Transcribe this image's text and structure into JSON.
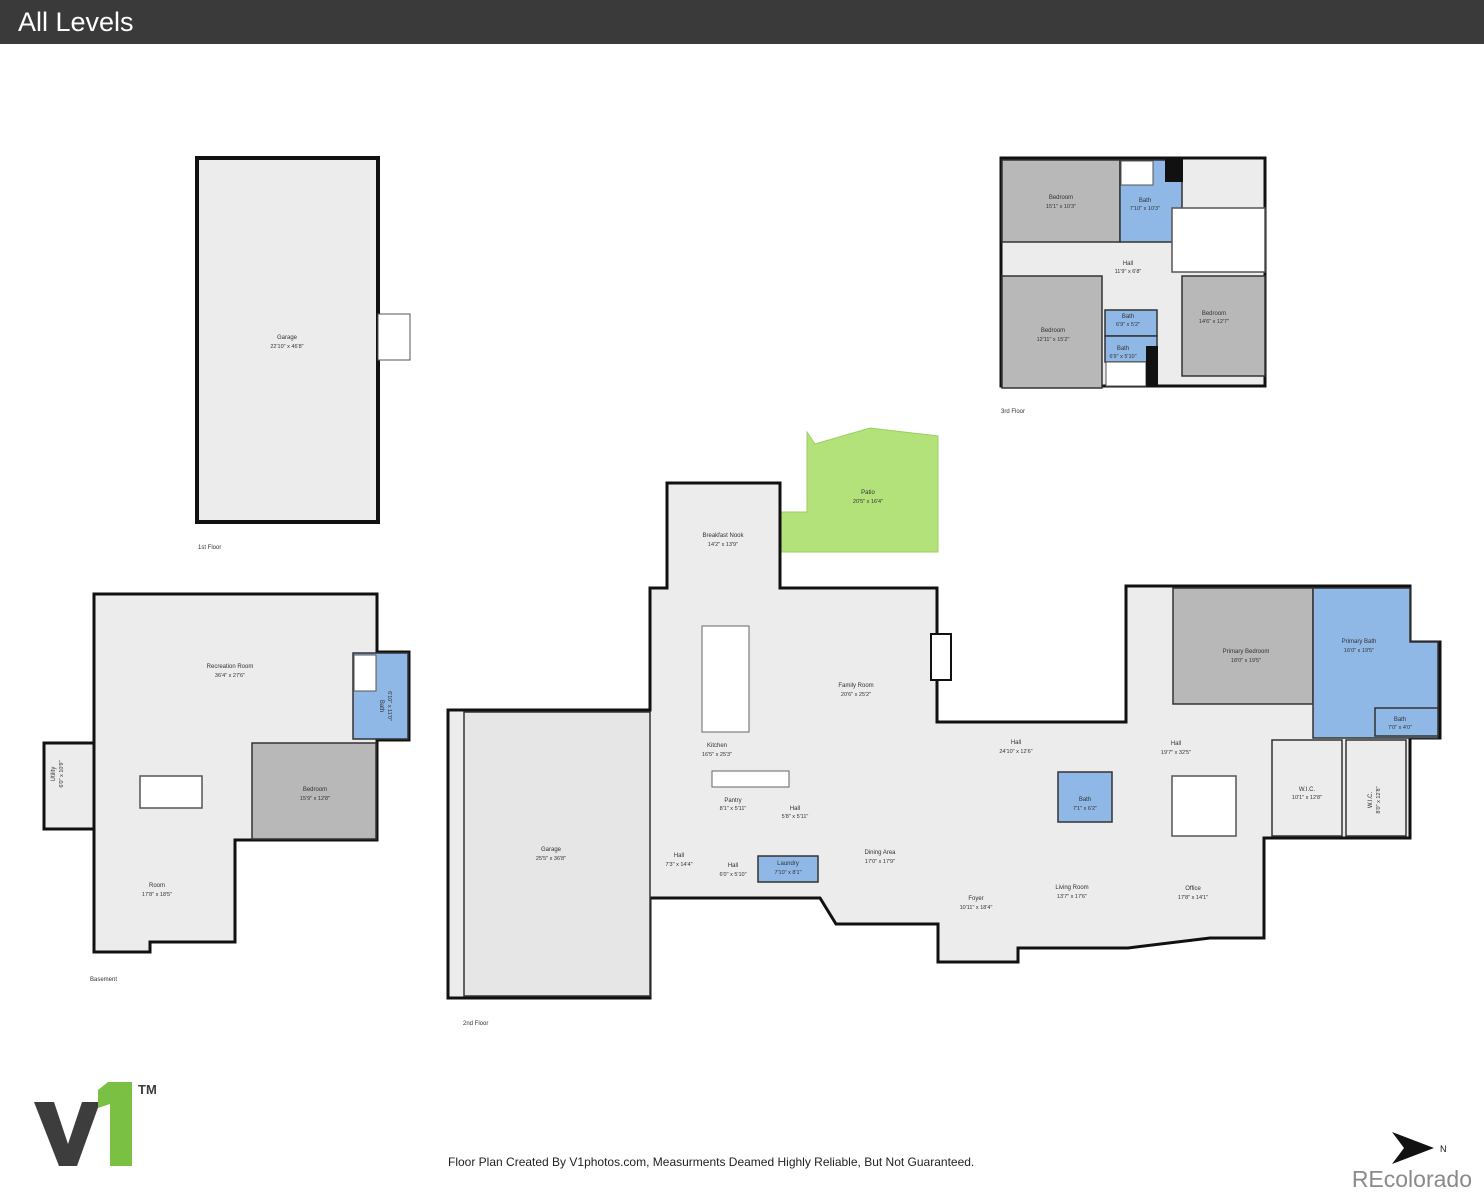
{
  "header": {
    "title": "All Levels"
  },
  "floors": {
    "first": {
      "label": "1st Floor",
      "rooms": {
        "garage": {
          "name": "Garage",
          "dim": "22'10\" x 46'8\""
        }
      }
    },
    "third": {
      "label": "3rd Floor",
      "rooms": {
        "bedroom_a": {
          "name": "Bedroom",
          "dim": "15'1\" x 10'3\""
        },
        "bath_a": {
          "name": "Bath",
          "dim": "7'10\" x 10'3\""
        },
        "hall": {
          "name": "Hall",
          "dim": "11'9\" x 6'8\""
        },
        "bedroom_b": {
          "name": "Bedroom",
          "dim": "12'11\" x 15'2\""
        },
        "bath_b": {
          "name": "Bath",
          "dim": "6'9\" x 5'2\""
        },
        "bath_c": {
          "name": "Bath",
          "dim": "6'9\" x 5'10\""
        },
        "bedroom_c": {
          "name": "Bedroom",
          "dim": "14'6\" x 12'7\""
        }
      }
    },
    "basement": {
      "label": "Basement",
      "rooms": {
        "recreation": {
          "name": "Recreation Room",
          "dim": "36'4\" x 27'6\""
        },
        "bath": {
          "name": "Bath",
          "dim": "6'10\" x 11'0\""
        },
        "bedroom": {
          "name": "Bedroom",
          "dim": "15'9\" x 12'8\""
        },
        "utility": {
          "name": "Utility",
          "dim": "6'0\" x 10'9\""
        },
        "room": {
          "name": "Room",
          "dim": "17'8\" x 18'5\""
        }
      }
    },
    "second": {
      "label": "2nd Floor",
      "rooms": {
        "patio": {
          "name": "Patio",
          "dim": "20'5\" x 16'4\""
        },
        "breakfast": {
          "name": "Breakfast Nook",
          "dim": "14'2\" x 13'9\""
        },
        "family": {
          "name": "Family Room",
          "dim": "20'6\" x 25'2\""
        },
        "kitchen": {
          "name": "Kitchen",
          "dim": "16'5\" x 25'3\""
        },
        "garage": {
          "name": "Garage",
          "dim": "25'5\" x 36'8\""
        },
        "pantry": {
          "name": "Pantry",
          "dim": "8'1\" x 5'11\""
        },
        "hall_small": {
          "name": "Hall",
          "dim": "5'8\" x 5'11\""
        },
        "hall_a": {
          "name": "Hall",
          "dim": "7'3\" x 14'4\""
        },
        "hall_b": {
          "name": "Hall",
          "dim": "6'0\" x 5'10\""
        },
        "laundry": {
          "name": "Laundry",
          "dim": "7'10\" x 8'1\""
        },
        "dining": {
          "name": "Dining Area",
          "dim": "17'0\" x 17'9\""
        },
        "foyer": {
          "name": "Foyer",
          "dim": "10'11\" x 18'4\""
        },
        "living": {
          "name": "Living Room",
          "dim": "13'7\" x 17'6\""
        },
        "hall_long": {
          "name": "Hall",
          "dim": "24'10\" x 12'6\""
        },
        "bath": {
          "name": "Bath",
          "dim": "7'1\" x 6'2\""
        },
        "hall_right": {
          "name": "Hall",
          "dim": "19'7\" x 32'5\""
        },
        "office": {
          "name": "Office",
          "dim": "17'8\" x 14'1\""
        },
        "primary_bed": {
          "name": "Primary Bedroom",
          "dim": "18'0\" x 19'5\""
        },
        "primary_bath": {
          "name": "Primary Bath",
          "dim": "16'0\" x 19'5\""
        },
        "bath_small": {
          "name": "Bath",
          "dim": "7'0\" x 4'0\""
        },
        "wic_a": {
          "name": "W.I.C.",
          "dim": "10'1\" x 12'8\""
        },
        "wic_b": {
          "name": "W.I.C.",
          "dim": "8'0\" x 12'8\""
        }
      }
    }
  },
  "footer": {
    "note": "Floor Plan Created By V1photos.com, Measurments Deamed Highly Reliable, But Not Guaranteed."
  },
  "branding": {
    "logo_text": "V1",
    "trademark": "TM",
    "watermark": "REcolorado",
    "compass_letter": "N"
  },
  "colors": {
    "room_light": "#ececec",
    "room_dark": "#b8b8b8",
    "bath_blue": "#8fb8e6",
    "patio_green": "#b3e27a",
    "wall": "#111111",
    "logo_green": "#7ac143",
    "logo_dark": "#3d3d3d"
  }
}
